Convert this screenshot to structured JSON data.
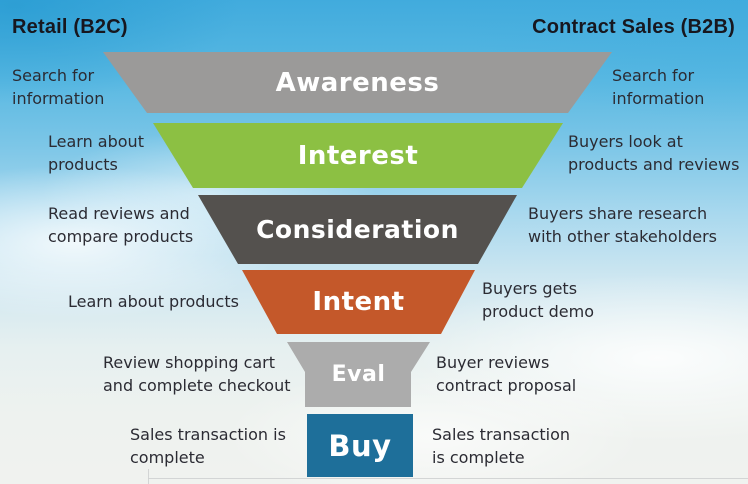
{
  "headers": {
    "b2c": "Retail (B2C)",
    "b2b": "Contract Sales (B2B)"
  },
  "funnel": {
    "label_text_color": "#ffffff",
    "stages": [
      {
        "label": "Awareness",
        "color": "#9b9a99",
        "b2c": "Search for\ninformation",
        "b2b": "Search for\ninformation"
      },
      {
        "label": "Interest",
        "color": "#8cc043",
        "b2c": "Learn about\nproducts",
        "b2b": "Buyers look at\nproducts and reviews"
      },
      {
        "label": "Consideration",
        "color": "#54514e",
        "b2c": "Read reviews and\ncompare products",
        "b2b": "Buyers share research\nwith other stakeholders"
      },
      {
        "label": "Intent",
        "color": "#c4582a",
        "b2c": "Learn about products",
        "b2b": "Buyers gets\nproduct demo"
      },
      {
        "label": "Eval",
        "color": "#acacac",
        "b2c": "Review shopping cart\nand complete checkout",
        "b2b": "Buyer reviews\ncontract proposal"
      },
      {
        "label": "Buy",
        "color": "#1e6f9a",
        "b2c": "Sales transaction is\ncomplete",
        "b2b": "Sales transaction\nis complete"
      }
    ]
  },
  "background": {
    "sky_top": "#41abdd",
    "sky_bottom": "#f0f2ef",
    "horizon_line": "#cfd2d2"
  }
}
